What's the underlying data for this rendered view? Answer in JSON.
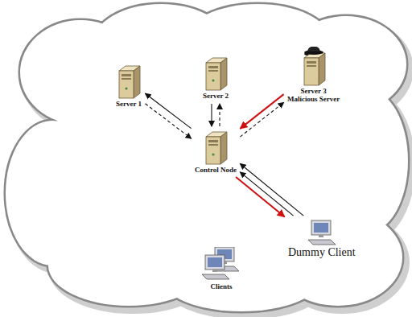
{
  "diagram": {
    "nodes": [
      {
        "text": [
          "Server 1"
        ]
      },
      {
        "text": [
          "Server 2"
        ]
      },
      {
        "text": [
          "Server 3",
          "Malicious Server"
        ]
      },
      {
        "text": [
          "Control Node"
        ]
      },
      {
        "text": [
          "Dummy Client"
        ]
      },
      {
        "text": [
          "Clients"
        ]
      }
    ],
    "edges": [
      {
        "from": 3,
        "to": 0,
        "arrow": "to"
      },
      {
        "from": 0,
        "to": 3,
        "arrow": "to"
      },
      {
        "from": 3,
        "to": 1,
        "arrow": "to"
      },
      {
        "from": 1,
        "to": 3,
        "arrow": "to"
      },
      {
        "from": 2,
        "to": 3,
        "arrow": "to"
      },
      {
        "from": 3,
        "to": 2,
        "arrow": "to"
      },
      {
        "from": 4,
        "to": 3,
        "arrow": "to"
      },
      {
        "from": 4,
        "to": 3,
        "arrow": "to"
      },
      {
        "from": 3,
        "to": 4,
        "arrow": "to"
      }
    ]
  }
}
